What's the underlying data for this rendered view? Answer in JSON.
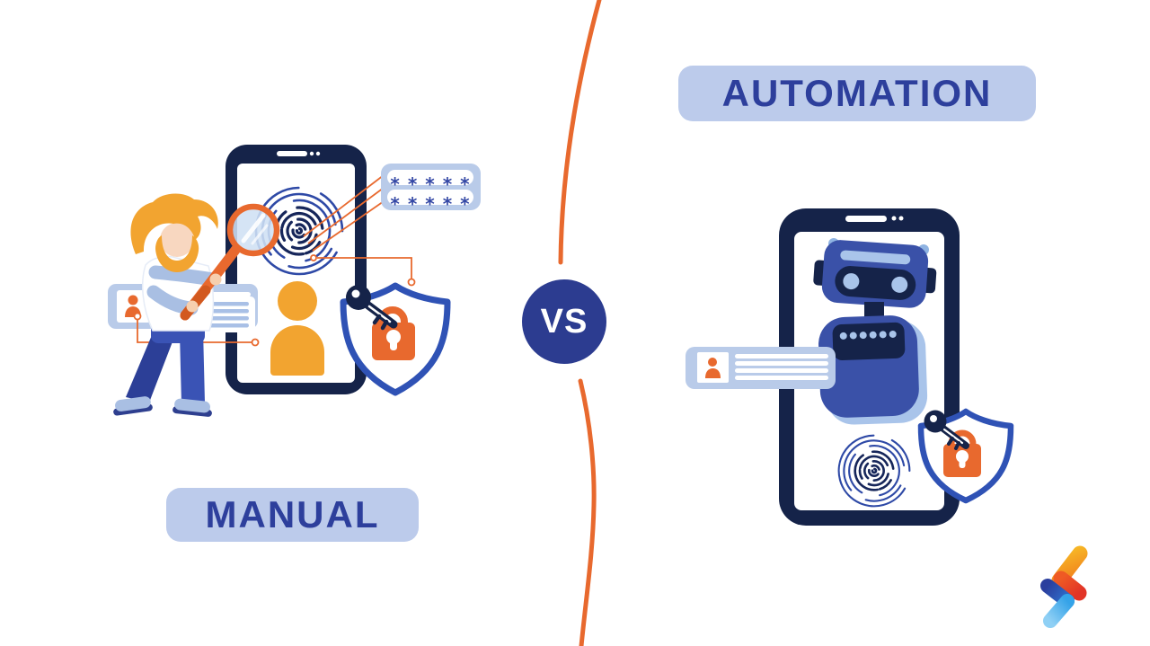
{
  "left_section": {
    "label": "MANUAL",
    "password_panel": {
      "rows": [
        "* * * * *",
        "* * * * *"
      ]
    },
    "icons": [
      "person-illustration",
      "magnifier-icon",
      "fingerprint-icon",
      "user-avatar-icon",
      "id-card-icon",
      "user-icon",
      "shield-icon",
      "key-icon",
      "padlock-icon",
      "smartphone-illustration"
    ]
  },
  "right_section": {
    "label": "AUTOMATION",
    "icons": [
      "robot-icon",
      "id-card-icon",
      "user-icon",
      "fingerprint-icon",
      "shield-icon",
      "key-icon",
      "padlock-icon",
      "smartphone-illustration"
    ]
  },
  "divider": {
    "badge": "VS"
  },
  "brand": {
    "logo": "brand-logo"
  },
  "colors": {
    "navy": "#152349",
    "robot_blue": "#3a51a8",
    "shield_outline_blue": "#2f52b5",
    "light_blue_panel": "#b9cbe9",
    "light_blue_accent": "#a9c4ea",
    "accent_orange": "#e8692e",
    "amber": "#f2a430",
    "label_background": "#bccbeb",
    "label_text": "#2d3f9c",
    "vs_badge_background": "#2c3c90",
    "asterisk_blue": "#3347a5"
  }
}
